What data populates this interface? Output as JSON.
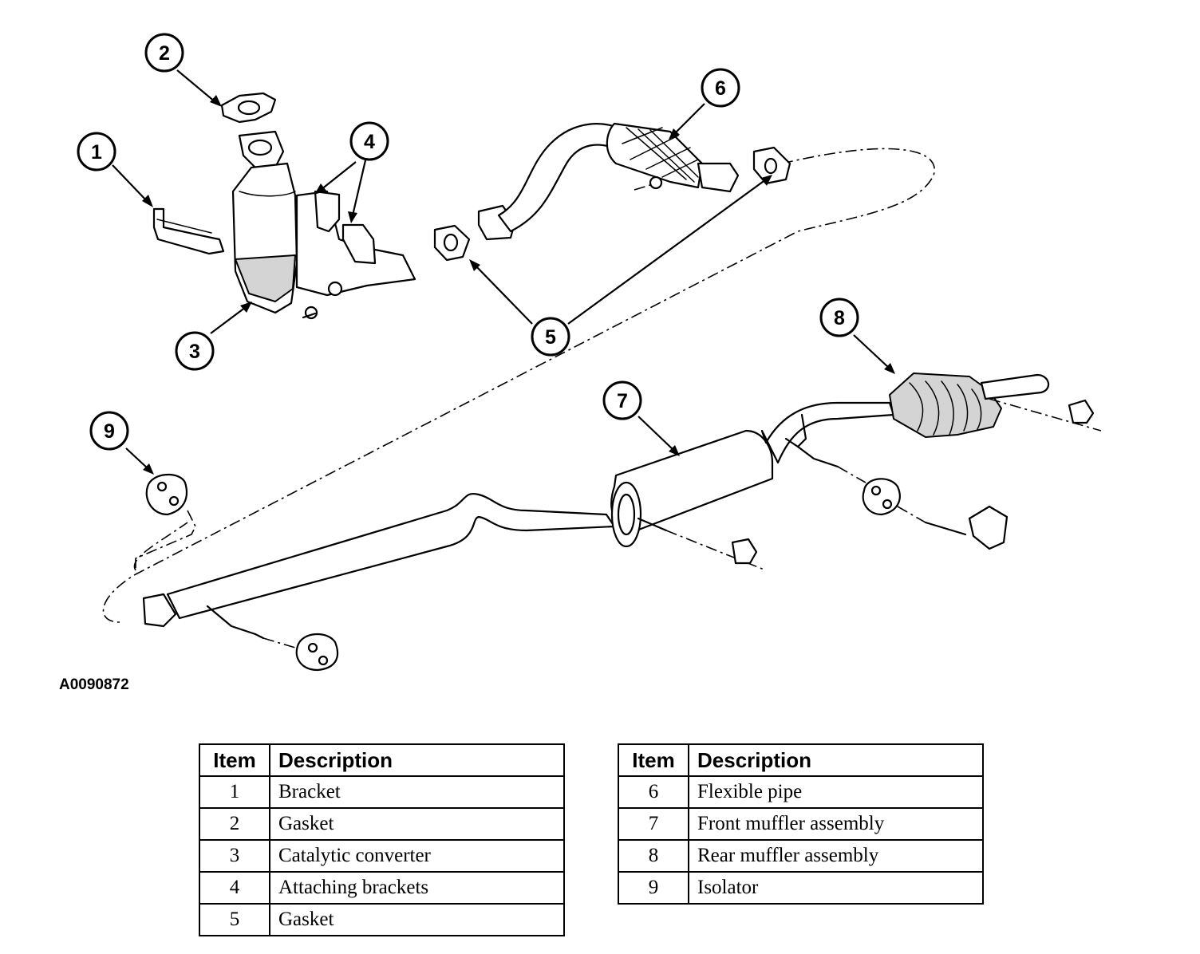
{
  "figure_id": "A0090872",
  "callouts": [
    "1",
    "2",
    "3",
    "4",
    "5",
    "6",
    "7",
    "8",
    "9"
  ],
  "legend_left": {
    "header_item": "Item",
    "header_description": "Description",
    "rows": [
      {
        "item": "1",
        "description": "Bracket"
      },
      {
        "item": "2",
        "description": "Gasket"
      },
      {
        "item": "3",
        "description": "Catalytic converter"
      },
      {
        "item": "4",
        "description": "Attaching brackets"
      },
      {
        "item": "5",
        "description": "Gasket"
      }
    ]
  },
  "legend_right": {
    "header_item": "Item",
    "header_description": "Description",
    "rows": [
      {
        "item": "6",
        "description": "Flexible pipe"
      },
      {
        "item": "7",
        "description": "Front muffler assembly"
      },
      {
        "item": "8",
        "description": "Rear muffler assembly"
      },
      {
        "item": "9",
        "description": "Isolator"
      }
    ]
  }
}
